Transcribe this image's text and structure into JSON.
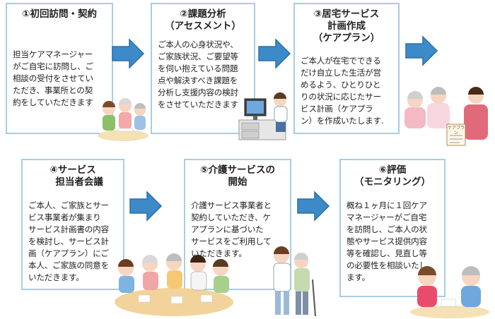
{
  "steps": [
    {
      "title": "①初回訪問・契約",
      "body": "担当ケアマネージャー\nがご自宅に訪問し、ご\n相談の受付をさせてい\nただき、事業所との契\n約をしていただきます"
    },
    {
      "title": "②課題分析\n（アセスメント）",
      "body": "ご本人の心身状況や、\nご家族状況、ご要望等\nを伺い抱えている問題\n点や解決すべき課題を\n分析し支援内容の検討\nをさせていただきます"
    },
    {
      "title": "③居宅サービス\n計画作成\n（ケアプラン）",
      "body": "ご本人が在宅でできる\nだけ自立した生活が営\nめるよう、ひとりひと\nりの状況に応じたサー\nビス計画（ケアプラ\nン）を作成いたします."
    },
    {
      "title": "④サービス\n　 担当者会議",
      "body": "ご本人、ご家族とサー\nビス事業者が集まり\nサービス計画書の内容\nを検討し、サービス計\n画（ケアプラン）にご\n本人、ご家族の同意を\nいただきます。"
    },
    {
      "title": "⑤介護サービスの\n開始",
      "body": "介護サービス事業者と\n契約していただき、ケ\nアプランに基づいた\nサービスをご利用して\nいただきます。"
    },
    {
      "title": "⑥評価\n（モニタリング）",
      "body": "概ね１ヶ月に１回ケア\nマネージャーがご自宅\nを訪問し、ご本人の状\n態やサービス提供内容\n等を確認し、見直し等\nの必要性を相談いたし\nます。"
    }
  ],
  "care_plan_sign": "ケアプラン",
  "colors": {
    "box_border": "#a7cde7",
    "arrow_fill": "#3d8ac9",
    "arrow_stroke": "#2b6ea8"
  }
}
